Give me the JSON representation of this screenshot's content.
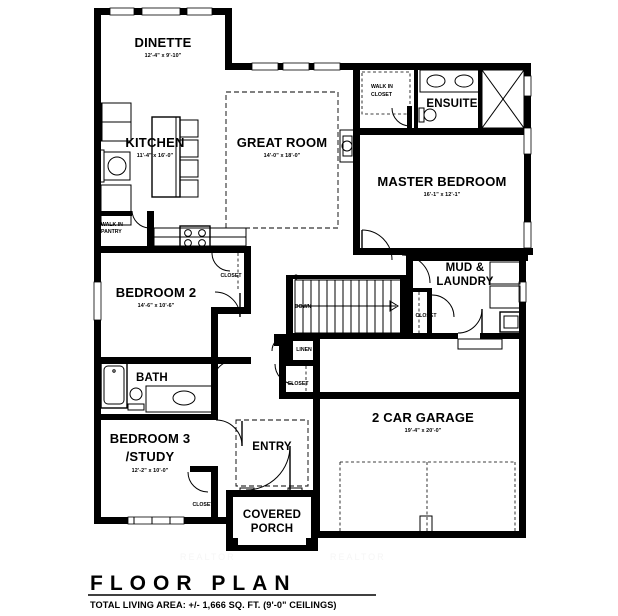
{
  "document": {
    "type": "floor-plan",
    "title": "FLOOR PLAN",
    "subtitle": "TOTAL LIVING AREA:  +/- 1,666 SQ. FT.  (9'-0\" CEILINGS)"
  },
  "rooms": [
    {
      "id": "dinette",
      "name": "DINETTE",
      "dimensions": "12'-4\" x 9'-10\""
    },
    {
      "id": "kitchen",
      "name": "KITCHEN",
      "dimensions": "11'-4\" x 16'-0\""
    },
    {
      "id": "great-room",
      "name": "GREAT ROOM",
      "dimensions": "14'-0\" x 18'-0\""
    },
    {
      "id": "master-bedroom",
      "name": "MASTER BEDROOM",
      "dimensions": "16'-1\" x 12'-1\""
    },
    {
      "id": "bedroom-2",
      "name": "BEDROOM 2",
      "dimensions": "14'-6\" x 10'-6\""
    },
    {
      "id": "bedroom-3-study",
      "name": "BEDROOM 3",
      "name2": "/STUDY",
      "dimensions": "12'-2\" x 10'-0\""
    },
    {
      "id": "garage",
      "name": "2 CAR GARAGE",
      "dimensions": "19'-4\" x 20'-0\""
    },
    {
      "id": "bath",
      "name": "BATH",
      "dimensions": ""
    },
    {
      "id": "entry",
      "name": "ENTRY",
      "dimensions": ""
    },
    {
      "id": "ensuite",
      "name": "ENSUITE",
      "dimensions": ""
    },
    {
      "id": "mud-laundry",
      "name": "MUD &",
      "name2": "LAUNDRY",
      "dimensions": ""
    },
    {
      "id": "covered-porch",
      "name": "COVERED",
      "name2": "PORCH",
      "dimensions": ""
    }
  ],
  "small_labels": {
    "walk_in_pantry_1": "WALK IN",
    "walk_in_pantry_2": "PANTRY",
    "walk_in_closet_1": "WALK IN",
    "walk_in_closet_2": "CLOSET",
    "closet_bed2": "CLOSET",
    "closet_bed3": "CLOSET",
    "closet_hall": "CLOSET",
    "closet_stair": "CLOSET",
    "linen": "LINEN",
    "down": "DOWN"
  },
  "colors": {
    "wall": "#000000",
    "background": "#ffffff",
    "line": "#000000"
  }
}
